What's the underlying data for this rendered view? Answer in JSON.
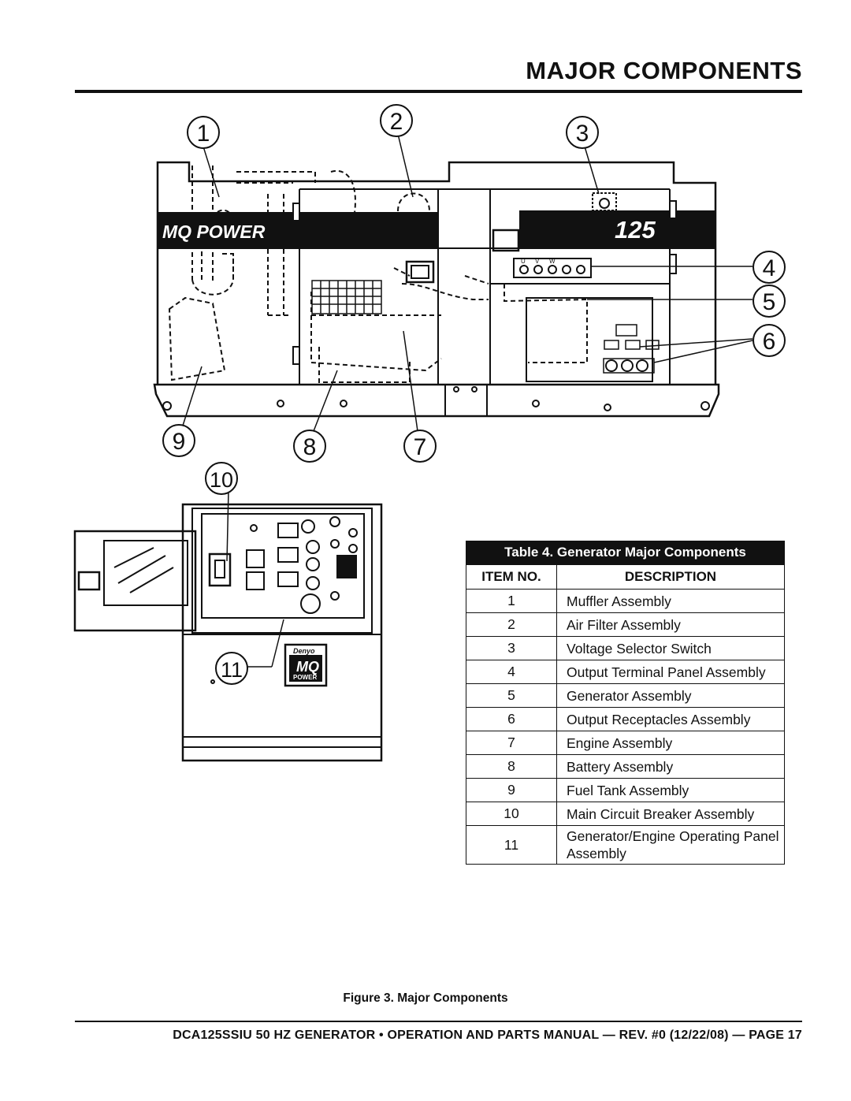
{
  "page": {
    "title": "MAJOR COMPONENTS"
  },
  "figure": {
    "caption": "Figure 3. Major Components",
    "callouts": [
      "1",
      "2",
      "3",
      "4",
      "5",
      "6",
      "7",
      "8",
      "9",
      "10",
      "11"
    ],
    "labels": {
      "brand": "MQ POWER",
      "model": "125",
      "panel_brand_top": "Denyo",
      "panel_brand_mid": "MQ",
      "panel_brand_bottom": "POWER",
      "terminal_u": "U",
      "terminal_v": "V",
      "terminal_w": "W"
    }
  },
  "table": {
    "caption": "Table 4. Generator Major Components",
    "headers": [
      "ITEM NO.",
      "DESCRIPTION"
    ],
    "rows": [
      {
        "item": "1",
        "description": "Muffler Assembly"
      },
      {
        "item": "2",
        "description": "Air Filter Assembly"
      },
      {
        "item": "3",
        "description": "Voltage Selector Switch"
      },
      {
        "item": "4",
        "description": "Output Terminal Panel Assembly"
      },
      {
        "item": "5",
        "description": "Generator Assembly"
      },
      {
        "item": "6",
        "description": "Output Receptacles Assembly"
      },
      {
        "item": "7",
        "description": "Engine Assembly"
      },
      {
        "item": "8",
        "description": "Battery Assembly"
      },
      {
        "item": "9",
        "description": "Fuel Tank Assembly"
      },
      {
        "item": "10",
        "description": "Main Circuit Breaker Assembly"
      },
      {
        "item": "11",
        "description_line1": "Generator/Engine Operating Panel",
        "description_line2": "Assembly"
      }
    ]
  },
  "footer": {
    "text": "DCA125SSIU 50 HZ GENERATOR • OPERATION AND PARTS MANUAL — REV. #0 (12/22/08) — PAGE 17"
  }
}
